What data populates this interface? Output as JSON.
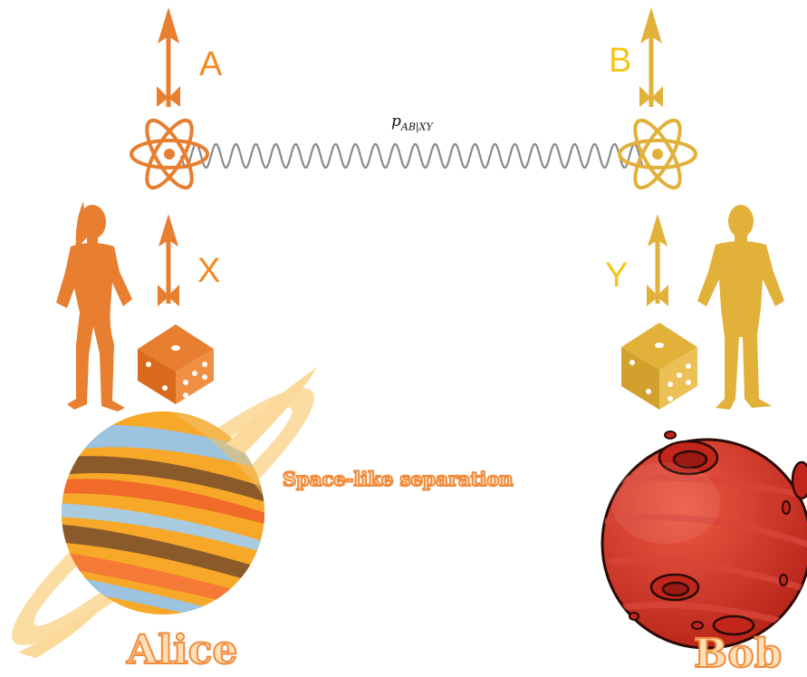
{
  "labels": {
    "alice_output": "A",
    "bob_output": "B",
    "alice_input": "X",
    "bob_input": "Y",
    "alice_name": "Alice",
    "bob_name": "Bob",
    "separation": "Space-like separation",
    "correlation_main": "p",
    "correlation_sub": "AB|XY"
  },
  "colors": {
    "alice": "#e87e2f",
    "bob": "#e2b13a",
    "label_alice": "#f4891f",
    "label_bob": "#f5c518",
    "wave": "#8a8a8a",
    "outline_text_fill": "#fde0b8",
    "outline_text_stroke": "#f28a3a"
  },
  "icons": {
    "alice_side": [
      "output-arrow-icon",
      "atom-icon",
      "input-arrow-icon",
      "woman-silhouette-icon",
      "dice-icon",
      "ringed-planet-icon"
    ],
    "bob_side": [
      "output-arrow-icon",
      "atom-icon",
      "input-arrow-icon",
      "man-silhouette-icon",
      "dice-icon",
      "red-planet-icon"
    ],
    "link": "entanglement-wave-icon"
  }
}
